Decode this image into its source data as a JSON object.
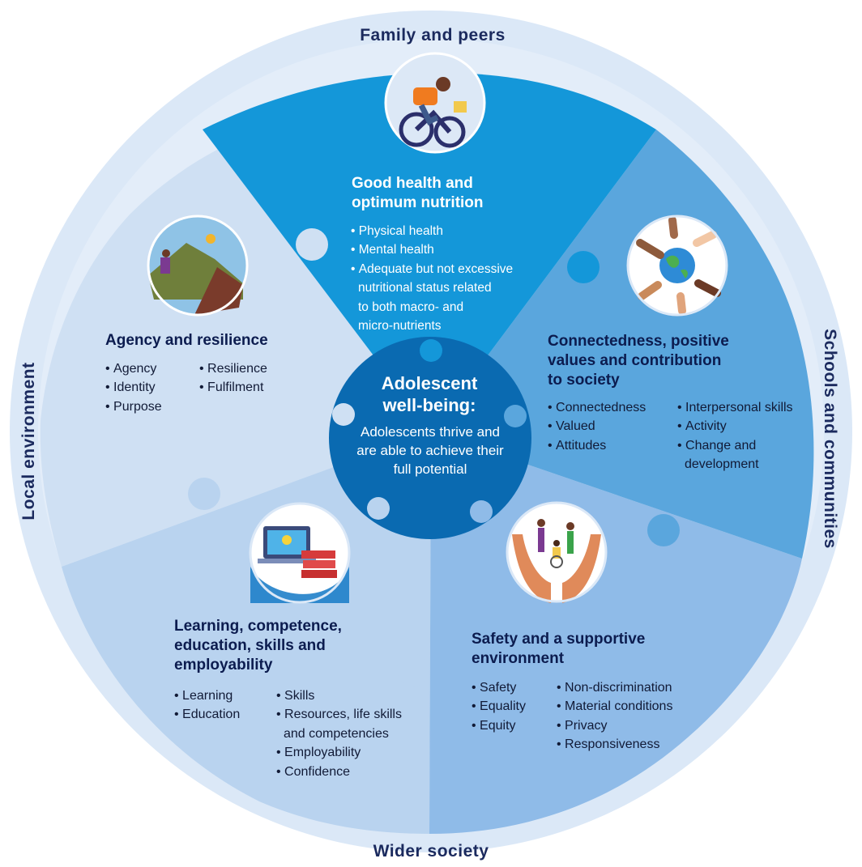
{
  "ring_labels": {
    "top": "Family and peers",
    "right": "Schools and communities",
    "bottom": "Wider society",
    "left": "Local environment"
  },
  "center": {
    "title_line1": "Adolescent",
    "title_line2": "well-being:",
    "text": "Adolescents thrive and are able to achieve their full potential"
  },
  "segments": {
    "health": {
      "icon": "cyclist-icon",
      "title_line1": "Good health and",
      "title_line2": "optimum nutrition",
      "items": [
        {
          "text": "Physical health"
        },
        {
          "text": "Mental health"
        },
        {
          "text": "Adequate but not excessive",
          "cont": [
            "nutritional status related",
            "to both macro- and",
            "micro-nutrients"
          ]
        }
      ]
    },
    "connectedness": {
      "icon": "joined-hands-globe-icon",
      "title_line1": "Connectedness, positive",
      "title_line2": "values and contribution",
      "title_line3": "to society",
      "col1": [
        {
          "text": "Connectedness"
        },
        {
          "text": "Valued"
        },
        {
          "text": "Attitudes"
        }
      ],
      "col2": [
        {
          "text": "Interpersonal skills"
        },
        {
          "text": "Activity"
        },
        {
          "text": "Change and",
          "cont": [
            "development"
          ]
        }
      ]
    },
    "safety": {
      "icon": "hands-holding-people-icon",
      "title_line1": "Safety and a supportive",
      "title_line2": "environment",
      "col1": [
        {
          "text": "Safety"
        },
        {
          "text": "Equality"
        },
        {
          "text": "Equity"
        }
      ],
      "col2": [
        {
          "text": "Non-discrimination"
        },
        {
          "text": "Material conditions"
        },
        {
          "text": "Privacy"
        },
        {
          "text": "Responsiveness"
        }
      ]
    },
    "learning": {
      "icon": "laptop-books-icon",
      "title_line1": "Learning, competence,",
      "title_line2": "education, skills and",
      "title_line3": "employability",
      "col1": [
        {
          "text": "Learning"
        },
        {
          "text": "Education"
        }
      ],
      "col2": [
        {
          "text": "Skills"
        },
        {
          "text": "Resources, life skills",
          "cont": [
            "and competencies"
          ]
        },
        {
          "text": "Employability"
        },
        {
          "text": "Confidence"
        }
      ]
    },
    "agency": {
      "icon": "mountain-climber-icon",
      "title_line1": "Agency and resilience",
      "col1": [
        {
          "text": "Agency"
        },
        {
          "text": "Identity"
        },
        {
          "text": "Purpose"
        }
      ],
      "col2": [
        {
          "text": "Resilience"
        },
        {
          "text": "Fulfilment"
        }
      ]
    }
  },
  "colors": {
    "outer_ring": "#dbe8f7",
    "health": "#1497d9",
    "connectedness": "#5aa6dd",
    "safety": "#8fbbe8",
    "learning": "#b9d3ef",
    "agency": "#cfe0f3",
    "center": "#0a6ab1",
    "title_text": "#0c1c4f"
  }
}
